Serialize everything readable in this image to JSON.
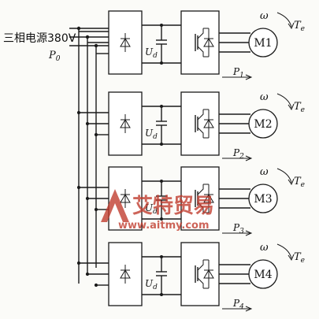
{
  "source": {
    "label_cn": "三相电源380V",
    "bus_label": "P",
    "bus_sub": "0"
  },
  "dc_label": "U",
  "dc_sub": "d",
  "drives": [
    {
      "motor": "M1",
      "power": "P",
      "power_sub": "1",
      "speed": "ω",
      "torque": "T",
      "torque_sub": "e"
    },
    {
      "motor": "M2",
      "power": "P",
      "power_sub": "2",
      "speed": "ω",
      "torque": "T",
      "torque_sub": "e"
    },
    {
      "motor": "M3",
      "power": "P",
      "power_sub": "3",
      "speed": "ω",
      "torque": "T",
      "torque_sub": "e"
    },
    {
      "motor": "M4",
      "power": "P",
      "power_sub": "4",
      "speed": "ω",
      "torque": "T",
      "torque_sub": "e"
    }
  ],
  "watermark": {
    "title": "艾特贸易",
    "url": "www.aitmy.com",
    "color": "#c0392b"
  }
}
